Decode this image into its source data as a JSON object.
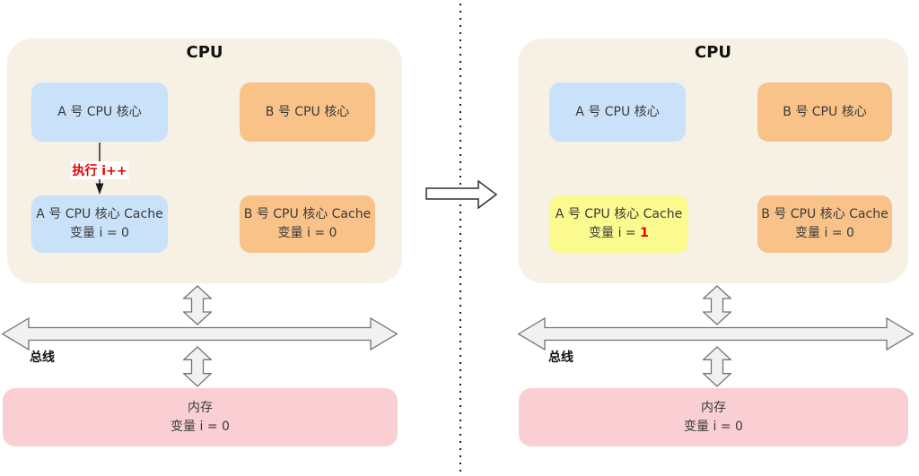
{
  "colors": {
    "panel_bg": "#f6f1e4",
    "core_a_bg": "#c9e2f9",
    "core_b_bg": "#f9c289",
    "cache_highlight_bg": "#fafa8e",
    "memory_bg": "#f9cfd4",
    "highlight_red": "#e60000",
    "arrow_fill": "#f1f1f1",
    "arrow_stroke": "#737373"
  },
  "left": {
    "cpu_title": "CPU",
    "core_a": "A 号 CPU 核心",
    "core_b": "B 号 CPU 核心",
    "exec_label": "执行 i++",
    "cache_a": {
      "line1": "A 号 CPU 核心 Cache",
      "var_label": "变量 i = ",
      "value": "0"
    },
    "cache_b": {
      "line1": "B 号 CPU 核心 Cache",
      "var_label": "变量 i = ",
      "value": "0"
    },
    "bus_label": "总线",
    "memory": {
      "line1": "内存",
      "var_label": "变量 i = ",
      "value": "0"
    }
  },
  "right": {
    "cpu_title": "CPU",
    "core_a": "A 号 CPU 核心",
    "core_b": "B 号 CPU 核心",
    "cache_a": {
      "line1": "A 号 CPU 核心 Cache",
      "var_label": "变量 i = ",
      "value": "1"
    },
    "cache_b": {
      "line1": "B 号 CPU 核心 Cache",
      "var_label": "变量 i = ",
      "value": "0"
    },
    "bus_label": "总线",
    "memory": {
      "line1": "内存",
      "var_label": "变量 i = ",
      "value": "0"
    }
  }
}
